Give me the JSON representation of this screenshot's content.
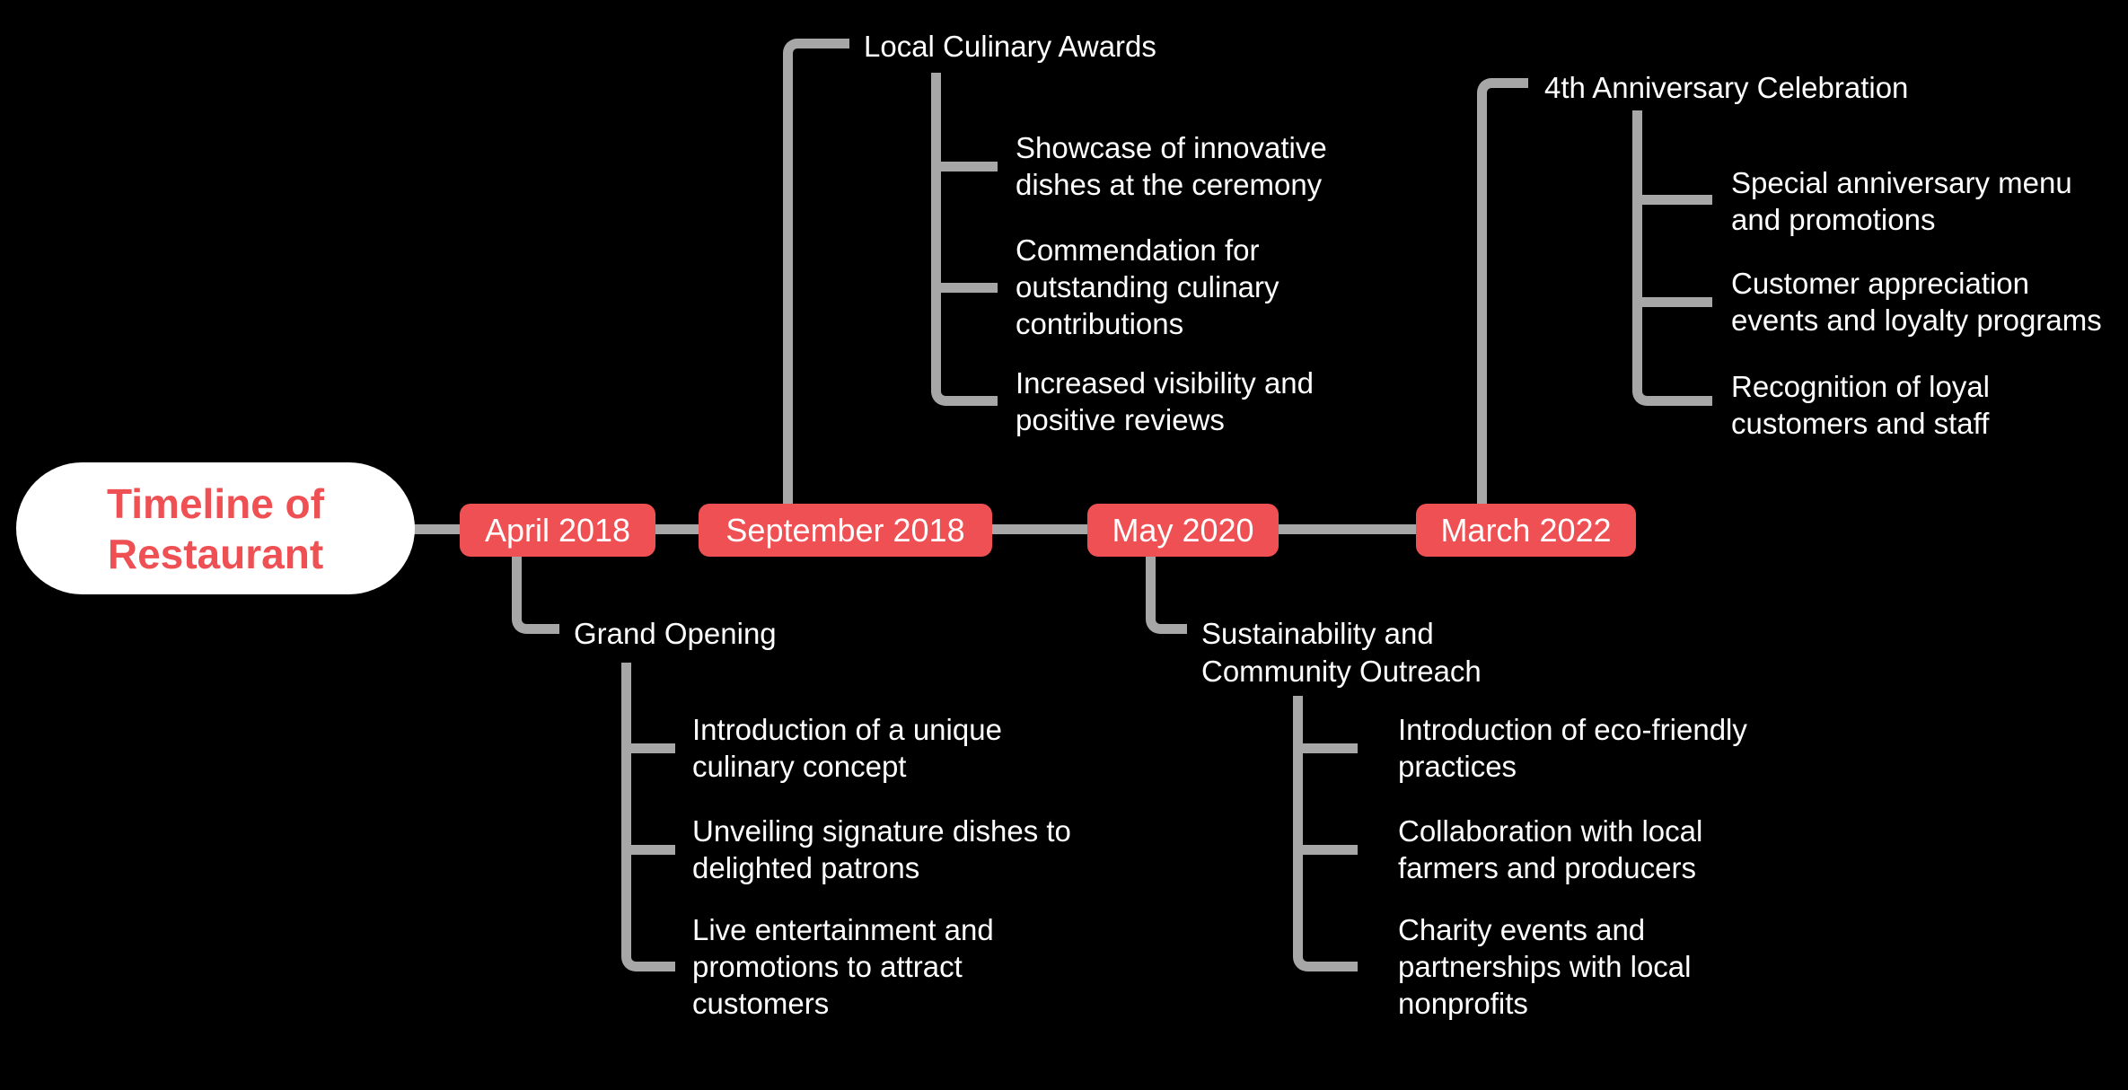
{
  "diagram": {
    "root": {
      "lines": [
        "Timeline of",
        "Restaurant"
      ]
    },
    "colors": {
      "background": "#000000",
      "node_fill": "#EF5053",
      "root_fill": "#FFFFFF",
      "root_text": "#EF5053",
      "connector": "#A7A7A7",
      "text": "#FFFFFF"
    },
    "nodes": [
      {
        "date": "April 2018",
        "branch_direction": "down",
        "topic_lines": [
          "Grand Opening"
        ],
        "details": [
          {
            "lines": [
              "Introduction of a unique",
              "culinary concept"
            ]
          },
          {
            "lines": [
              "Unveiling signature dishes to",
              "delighted patrons"
            ]
          },
          {
            "lines": [
              "Live entertainment and",
              "promotions to attract",
              "customers"
            ]
          }
        ]
      },
      {
        "date": "September 2018",
        "branch_direction": "up",
        "topic_lines": [
          "Local Culinary Awards"
        ],
        "details": [
          {
            "lines": [
              "Showcase of innovative",
              "dishes at the ceremony"
            ]
          },
          {
            "lines": [
              "Commendation for",
              "outstanding culinary",
              "contributions"
            ]
          },
          {
            "lines": [
              "Increased visibility and",
              "positive reviews"
            ]
          }
        ]
      },
      {
        "date": "May 2020",
        "branch_direction": "down",
        "topic_lines": [
          "Sustainability and",
          "Community Outreach"
        ],
        "details": [
          {
            "lines": [
              "Introduction of eco-friendly",
              "practices"
            ]
          },
          {
            "lines": [
              "Collaboration with local",
              "farmers and producers"
            ]
          },
          {
            "lines": [
              "Charity events and",
              "partnerships with local",
              "nonprofits"
            ]
          }
        ]
      },
      {
        "date": "March 2022",
        "branch_direction": "up",
        "topic_lines": [
          "4th Anniversary Celebration"
        ],
        "details": [
          {
            "lines": [
              "Special anniversary menu",
              "and promotions"
            ]
          },
          {
            "lines": [
              "Customer appreciation",
              "events and loyalty programs"
            ]
          },
          {
            "lines": [
              "Recognition of loyal",
              "customers and staff"
            ]
          }
        ]
      }
    ]
  }
}
